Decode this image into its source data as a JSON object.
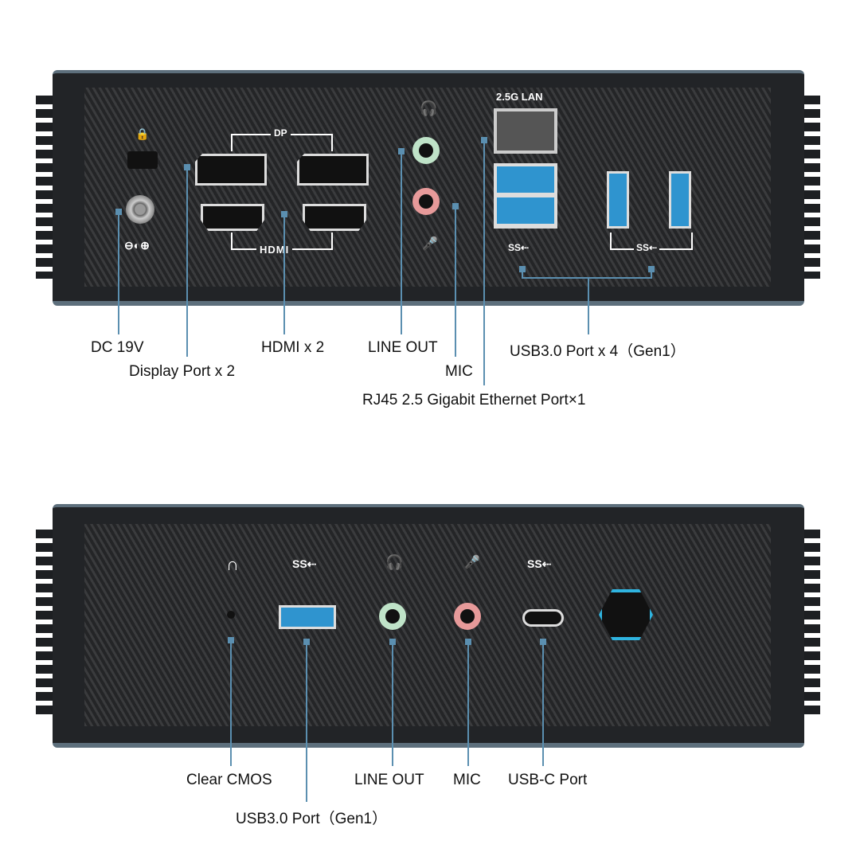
{
  "top_panel": {
    "silk": {
      "dp": "DP",
      "hdmi": "HDMI",
      "lan": "2.5G LAN",
      "ss1": "SS⇠",
      "ss2": "SS⇠",
      "dc": "⊖◐⊕"
    },
    "labels": {
      "dc": "DC 19V",
      "dp": "Display Port x 2",
      "hdmi": "HDMI x 2",
      "lineout": "LINE OUT",
      "mic": "MIC",
      "usb": "USB3.0 Port x 4（Gen1）",
      "rj45": "RJ45  2.5 Gigabit Ethernet Port×1"
    }
  },
  "bottom_panel": {
    "silk": {
      "ss1": "SS⇠",
      "ss2": "SS⇠"
    },
    "labels": {
      "cmos": "Clear CMOS",
      "usb": "USB3.0 Port（Gen1）",
      "lineout": "LINE OUT",
      "mic": "MIC",
      "usbc": "USB-C Port"
    }
  },
  "colors": {
    "leader": "#5b8fb0",
    "usb_blue": "#2f94cf",
    "line_out": "#bfe3c8",
    "mic": "#e79a9a"
  }
}
